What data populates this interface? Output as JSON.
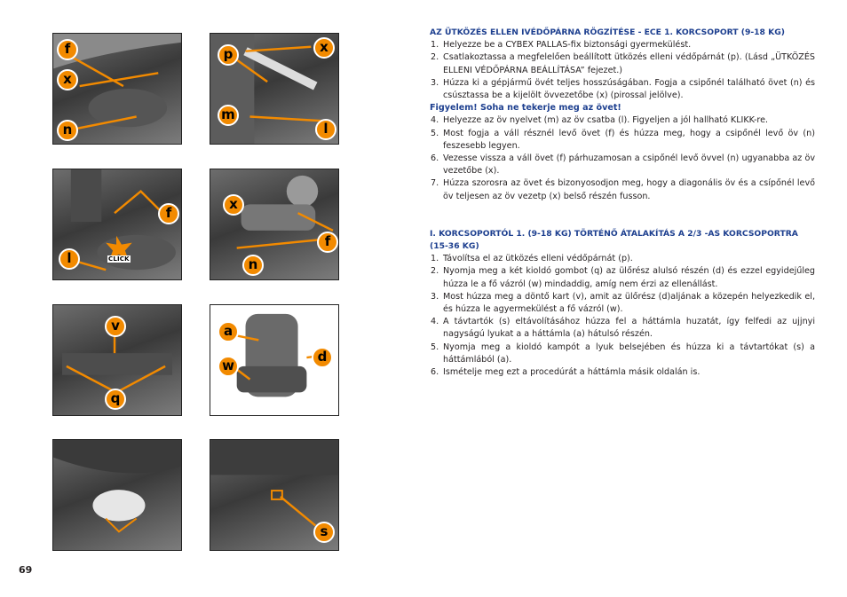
{
  "page_number": "69",
  "figures": {
    "fig1": {
      "tags": [
        "f",
        "x",
        "n"
      ]
    },
    "fig2": {
      "tags": [
        "p",
        "x",
        "m",
        "l"
      ]
    },
    "fig3": {
      "tags": [
        "f",
        "l"
      ],
      "click_label": "CLICK"
    },
    "fig4": {
      "tags": [
        "x",
        "f",
        "n"
      ]
    },
    "fig5": {
      "tags": [
        "v",
        "q"
      ]
    },
    "fig6": {
      "tags": [
        "a",
        "w",
        "d"
      ]
    },
    "fig7": {
      "tags": []
    },
    "fig8": {
      "tags": [
        "s"
      ]
    }
  },
  "section1": {
    "heading": "AZ ÜTKÖZÉS ELLEN IVÉDŐPÁRNA RÖGZÍTÉSE - ECE 1. KORCSOPORT (9-18 KG)",
    "steps_a": [
      "Helyezze be a CYBEX PALLAS-fix biztonsági gyermekülést.",
      "Csatlakoztassa a megfelelően beállított ütközés elleni védőpárnát (p). (Lásd „ÜTKÖZÉS ELLENI VÉDŐPÁRNA BEÁLLÍTÁSA” fejezet.)",
      "Húzza ki a gépjármű övét teljes hosszúságában. Fogja a csipőnél található övet (n) és csúsztassa be a kijelölt övvezetőbe (x) (pirossal jelölve)."
    ],
    "warning": "Figyelem! Soha ne tekerje meg az övet!",
    "steps_b": [
      "Helyezze az öv nyelvet (m) az öv csatba (l). Figyeljen a jól hallható KLIKK-re.",
      "Most fogja a váll résznél levő övet (f) és húzza meg, hogy a csipőnél levő öv (n) feszesebb legyen.",
      "Vezesse vissza a váll övet (f) párhuzamosan a csipőnél levő övvel (n) ugyanabba az öv vezetőbe (x).",
      "Húzza szorosra az övet és bizonyosodjon meg, hogy a diagonális öv és a csípőnél levő öv teljesen az öv vezetp (x) belső részén fusson."
    ]
  },
  "section2": {
    "heading": "I. KORCSOPORTÓL 1. (9-18 KG) TÖRTÉNŐ ÁTALAKÍTÁS A 2/3 -AS KORCSOPORTRA (15-36 KG)",
    "steps": [
      "Távolítsa el az ütközés elleni védőpárnát (p).",
      "Nyomja meg a két kioldó gombot (q) az ülőrész alulsó részén (d) és ezzel egyidejűleg húzza le a fő vázról (w) mindaddig, amíg nem érzi az ellenállást.",
      "Most húzza meg a döntő kart (v), amit az ülőrész (d)aljának a közepén helyezkedik el, és húzza le agyermekülést a fő vázról (w).",
      "A távtartók (s) eltávolításához húzza fel a háttámla huzatát, így felfedi az ujjnyi nagyságú lyukat a a háttámla (a) hátulsó részén.",
      "Nyomja meg a kioldó kampót a lyuk belsejében és húzza ki a távtartókat (s) a háttámlából (a).",
      "Ismételje meg ezt a procedúrát a háttámla másik oldalán is."
    ]
  }
}
